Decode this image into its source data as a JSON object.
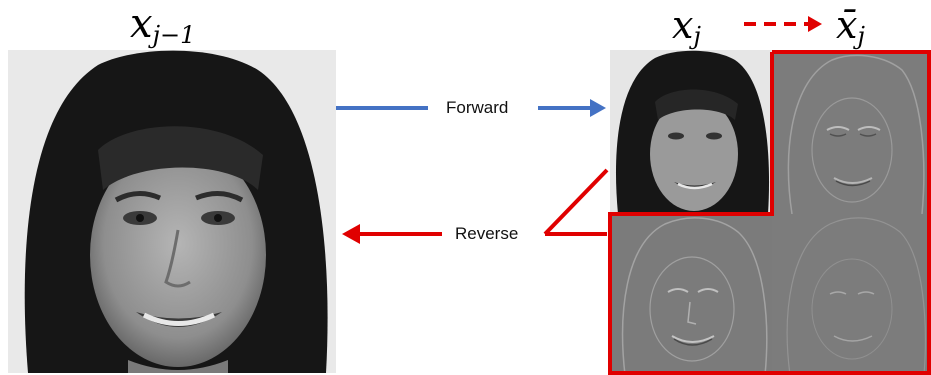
{
  "labels": {
    "input_symbol": "x",
    "input_subscript": "j−1",
    "output_symbol": "x",
    "output_subscript": "j",
    "bar_symbol": "x̄",
    "bar_subscript": "j"
  },
  "arrows": {
    "forward": "Forward",
    "reverse": "Reverse"
  },
  "colors": {
    "forward_arrow": "#4472c4",
    "reverse_arrow": "#e00000",
    "highlight_border": "#e00000",
    "detail_gray": "#7d7d7d"
  },
  "panels": {
    "input_image": "grayscale-face-photo",
    "approximation": "downscaled-grayscale-face",
    "detail_top_right": "horizontal-detail-coefficients",
    "detail_bottom_left": "vertical-detail-coefficients",
    "detail_bottom_right": "diagonal-detail-coefficients"
  }
}
